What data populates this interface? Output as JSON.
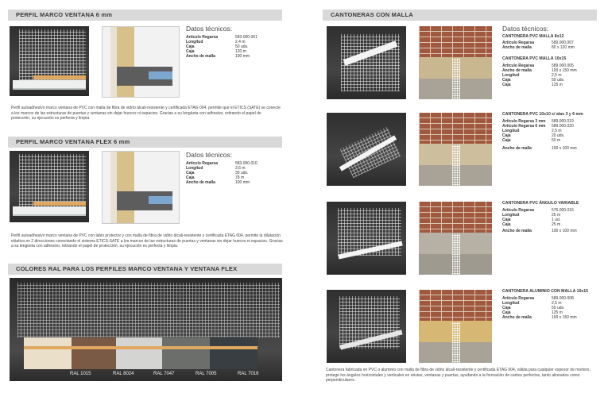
{
  "left": {
    "section1": {
      "title": "PERFIL MARCO VENTANA 6 mm",
      "datos_title": "Datos técnicos:",
      "specs": [
        {
          "k": "Artículo Regarsa",
          "v": "583.000.001"
        },
        {
          "k": "Longitud",
          "v": "2,4 m"
        },
        {
          "k": "Caja",
          "v": "50 uds."
        },
        {
          "k": "Caja",
          "v": "120 m"
        },
        {
          "k": "Ancho de malla",
          "v": "100 mm"
        }
      ],
      "description": "Perfil autoadhesivo marco ventana de PVC con malla de fibra de vidrio álcali-resistente y certificada ETAG 004, permite que el ETICS (SATE) se conecte a los marcos de las estructuras de puertas y ventanas sin dejar huecos ni espacios. Gracias a su lengüeta con adhesivo, retirando el papel de protección, su ejecución es perfecta y limpia."
    },
    "section2": {
      "title": "PERFIL MARCO VENTANA FLEX 6 mm",
      "datos_title": "Datos técnicos:",
      "specs": [
        {
          "k": "Artículo Regarsa",
          "v": "583.000.010"
        },
        {
          "k": "Longitud",
          "v": "2,6 m"
        },
        {
          "k": "Caja",
          "v": "30 uds."
        },
        {
          "k": "Caja",
          "v": "78 m"
        },
        {
          "k": "Ancho de malla",
          "v": "100 mm"
        }
      ],
      "description": "Perfil autoadhesivo marco ventana de PVC con labio protector y con malla de fibra de vidrio álcali-resistente y certificada ETAG 004, permite la dilatación elástica en 2 direcciones conectando el sistema ETICS-SATE a los marcos de las estructuras de puertas y ventanas sin dejar huecos ni espacios. Gracias a su lengüeta con adhesivo, retirando el papel de protección, su ejecución es perfecta y limpia."
    },
    "section3": {
      "title": "COLORES RAL PARA LOS PERFILES MARCO VENTANA Y VENTANA FLEX",
      "swatches": [
        {
          "label": "RAL 1015",
          "color": "#eadfc8"
        },
        {
          "label": "RAL 8024",
          "color": "#7a5a45"
        },
        {
          "label": "RAL 7047",
          "color": "#d4d4d2"
        },
        {
          "label": "RAL 7005",
          "color": "#6b6e6b"
        },
        {
          "label": "RAL 7016",
          "color": "#383e42"
        }
      ]
    }
  },
  "right": {
    "title": "CANTONERAS CON MALLA",
    "datos_title": "Datos técnicos:",
    "products": [
      {
        "name": "CANTONERA PVC MALLA 8x12",
        "specs": [
          {
            "k": "Artículo Regarsa",
            "v": "589.000.007"
          },
          {
            "k": "Ancho de malla",
            "v": "80 x 120 mm"
          }
        ]
      },
      {
        "name": "CANTONERA PVC MALLA 10x15",
        "specs": [
          {
            "k": "Artículo Regarsa",
            "v": "589.000.005"
          },
          {
            "k": "Ancho de malla",
            "v": "100 x 150 mm"
          },
          {
            "k": "Longitud",
            "v": "2,5 m"
          },
          {
            "k": "Caja",
            "v": "50 uds."
          },
          {
            "k": "Caja",
            "v": "125 m"
          }
        ]
      },
      {
        "name": "CANTONERA PVC 10x10 c/ alas 3 y 6 mm",
        "specs": [
          {
            "k": "Artículo Regarsa 3 mm",
            "v": "589.000.019"
          },
          {
            "k": "Artículo Regarsa 6 mm",
            "v": "589.000.020"
          },
          {
            "k": "Longitud",
            "v": "2,5 m"
          },
          {
            "k": "Caja",
            "v": "20 uds."
          },
          {
            "k": "Caja",
            "v": "50 m"
          },
          {
            "k": "Ancho de malla",
            "v": "100 x 100 mm"
          }
        ]
      },
      {
        "name": "CANTONERA PVC ÁNGULO VARIABLE",
        "specs": [
          {
            "k": "Artículo Regarsa",
            "v": "576.000.016"
          },
          {
            "k": "Longitud",
            "v": "25 m"
          },
          {
            "k": "Caja",
            "v": "1 ud."
          },
          {
            "k": "Caja",
            "v": "25 m"
          },
          {
            "k": "Ancho de malla",
            "v": "100 x 100 mm"
          }
        ]
      },
      {
        "name": "CANTONERA ALUMINIO CON MALLA 10x15",
        "specs": [
          {
            "k": "Artículo Regarsa",
            "v": "589.000.008"
          },
          {
            "k": "Longitud",
            "v": "2,5 m"
          },
          {
            "k": "Caja",
            "v": "50 uds."
          },
          {
            "k": "Caja",
            "v": "125 m"
          },
          {
            "k": "Ancho de malla",
            "v": "100 x 150 mm"
          }
        ]
      }
    ],
    "description": "Cantonera fabricada en PVC o aluminio con malla de fibra de vidrio álcali-resistente y certificada ETAG 004, válida para cualquier espesor de mortero, protege los ángulos horizontales y verticales en aristas, ventanas y puertas, ayudando a la formación de cantos perfectos, tanto alineados como perpendiculares."
  }
}
